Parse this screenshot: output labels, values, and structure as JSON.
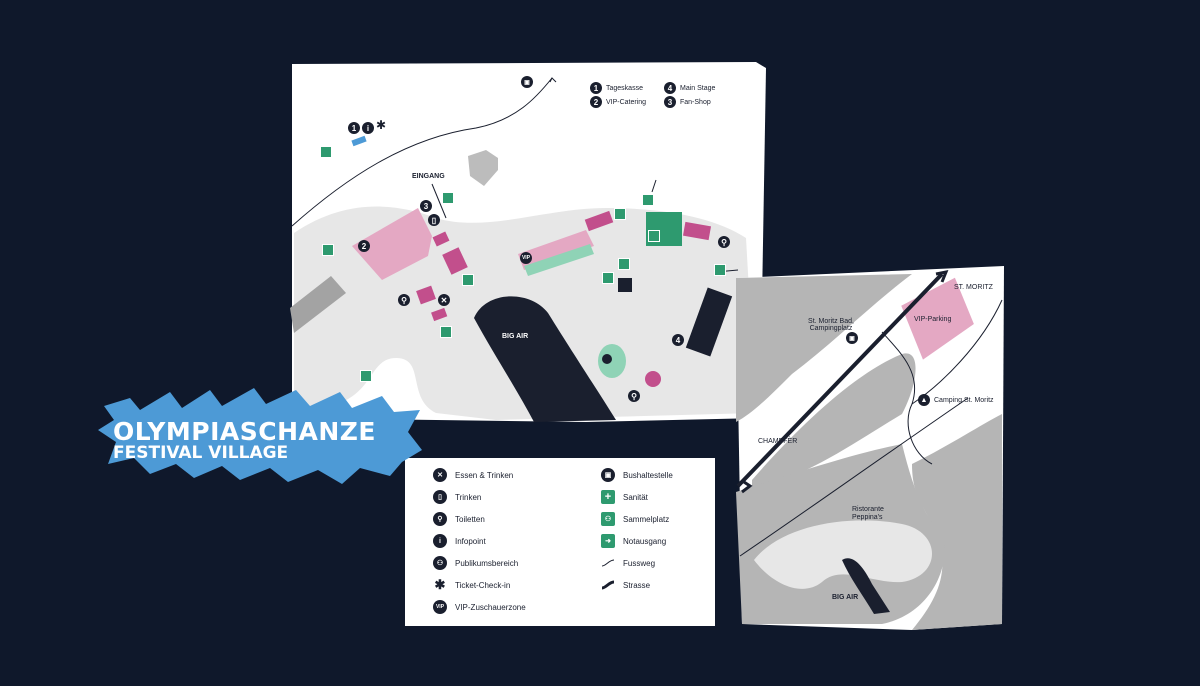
{
  "title": {
    "line1": "OLYMPIASCHANZE",
    "line2": "FESTIVAL VILLAGE"
  },
  "main_map": {
    "top_legend": [
      {
        "num": "1",
        "label": "Tageskasse"
      },
      {
        "num": "2",
        "label": "VIP-Catering"
      },
      {
        "num": "4",
        "label": "Main Stage"
      },
      {
        "num": "3",
        "label": "Fan-Shop"
      }
    ],
    "entrance_label": "EINGANG",
    "big_air_label": "BIG AIR",
    "vip_label": "VIP",
    "numbers": [
      "1",
      "2",
      "3",
      "4"
    ]
  },
  "overview_map": {
    "st_moritz": "ST. MORITZ",
    "bus_stop": "St. Moritz Bad, Campingplatz",
    "vip_parking": "VIP-Parking",
    "camping": "Camping St. Moritz",
    "champfer": "CHAMPFÈR",
    "ristorante": "Ristorante Peppina's",
    "big_air": "BIG AIR"
  },
  "legend": {
    "left": [
      "Essen & Trinken",
      "Trinken",
      "Toiletten",
      "Infopoint",
      "Publikumsbereich",
      "Ticket-Check-in",
      "VIP-Zuschauerzone"
    ],
    "right": [
      "Bushaltestelle",
      "Sanität",
      "Sammelplatz",
      "Notausgang",
      "Fussweg",
      "Strasse"
    ]
  },
  "colors": {
    "background": "#0f182b",
    "pink": "#e4a8c3",
    "green": "#2e9a6f",
    "mint": "#8fd3b6",
    "blue": "#4d9ad6",
    "dark": "#1a1f2e",
    "grey": "#b5b5b5"
  }
}
